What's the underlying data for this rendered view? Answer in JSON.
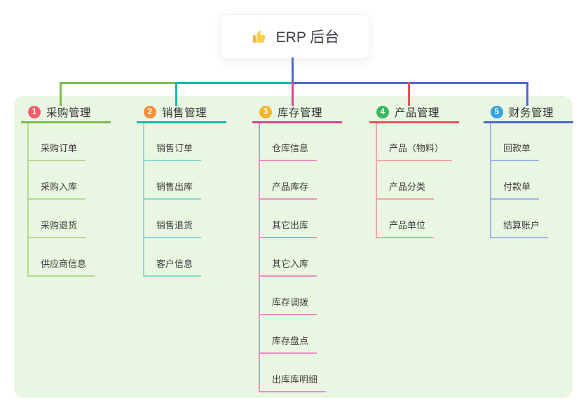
{
  "root": {
    "label": "ERP 后台",
    "icon": "thumbs-up"
  },
  "colors": {
    "page_background": "#ffffff",
    "panel_background": "#e9f6e2",
    "root_connector": "#4d68d0",
    "header_text": "#333333",
    "child_text": "#3d3d3d"
  },
  "branches": [
    {
      "number": "1",
      "title": "采购管理",
      "badge_color": "#f25e68",
      "line_color": "#7eba52",
      "child_line_color": "#b5d894",
      "children": [
        "采购订单",
        "采购入库",
        "采购退货",
        "供应商信息"
      ]
    },
    {
      "number": "2",
      "title": "销售管理",
      "badge_color": "#f5913e",
      "line_color": "#16b8ab",
      "child_line_color": "#8ad8d0",
      "children": [
        "销售订单",
        "销售出库",
        "销售退货",
        "客户信息"
      ]
    },
    {
      "number": "3",
      "title": "库存管理",
      "badge_color": "#f7b32b",
      "line_color": "#e0418f",
      "child_line_color": "#ef8bc1",
      "children": [
        "仓库信息",
        "产品库存",
        "其它出库",
        "其它入库",
        "库存调拨",
        "库存盘点",
        "出库库明细"
      ]
    },
    {
      "number": "4",
      "title": "产品管理",
      "badge_color": "#3bb85d",
      "line_color": "#f54d57",
      "child_line_color": "#f9a3a6",
      "children": [
        "产品（物料）",
        "产品分类",
        "产品单位"
      ]
    },
    {
      "number": "5",
      "title": "财务管理",
      "badge_color": "#35a3dc",
      "line_color": "#4d68d0",
      "child_line_color": "#9fb4e4",
      "children": [
        "回款单",
        "付款单",
        "结算账户"
      ]
    }
  ]
}
